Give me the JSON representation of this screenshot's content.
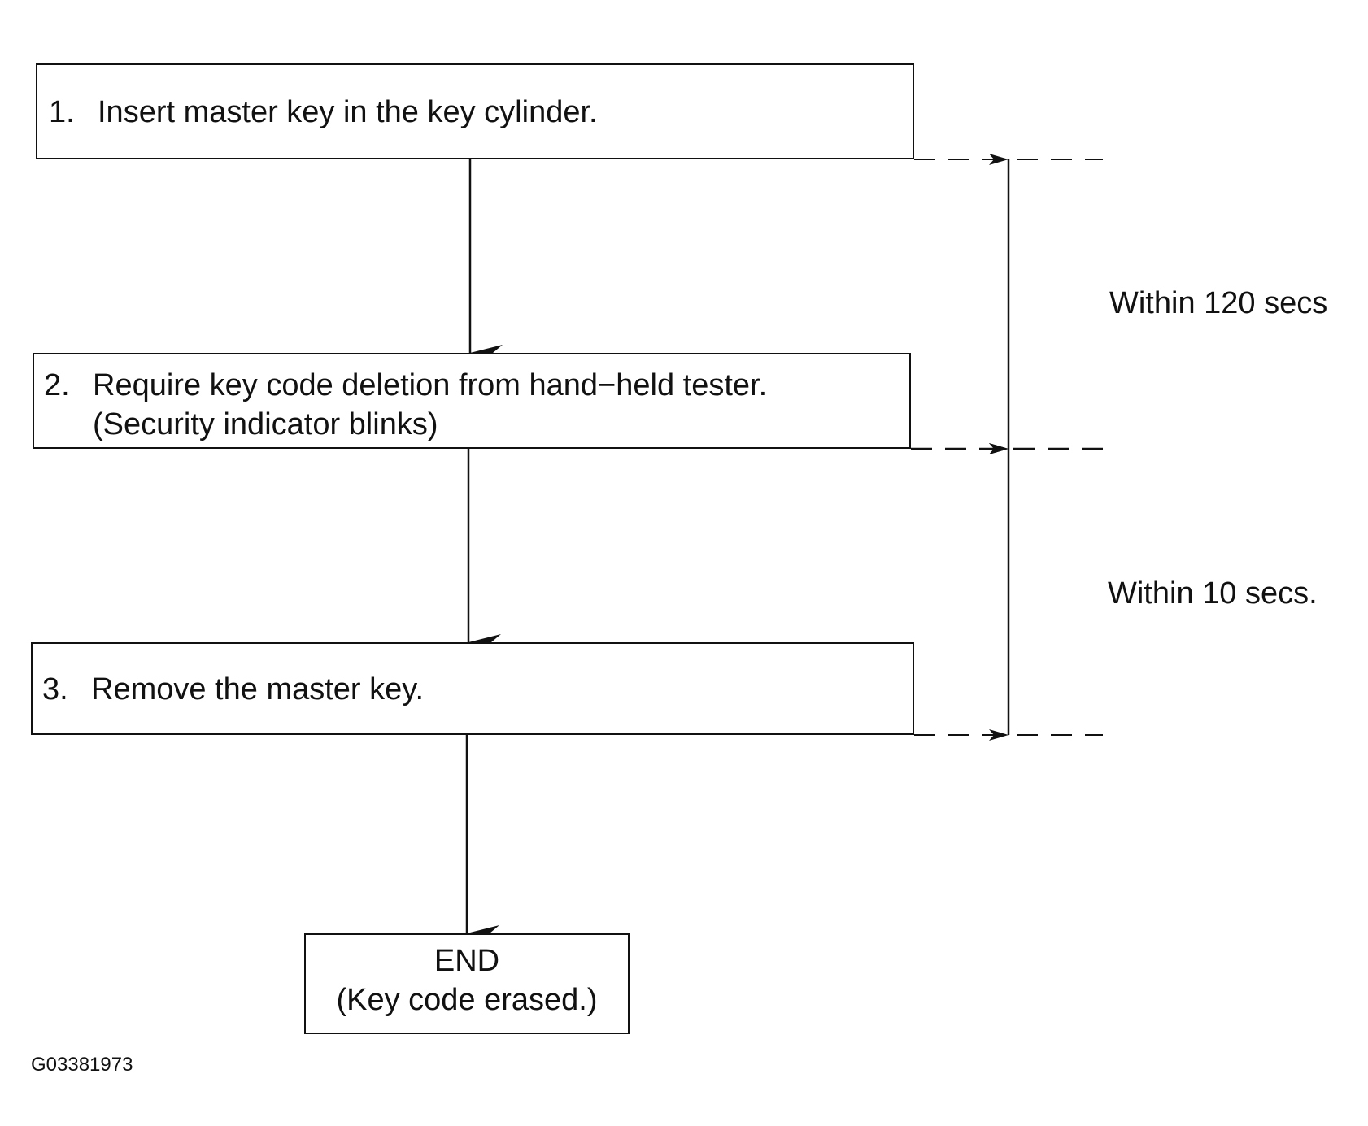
{
  "steps": [
    {
      "number": "1.",
      "line1": "Insert master key in the key cylinder.",
      "line2": ""
    },
    {
      "number": "2.",
      "line1": "Require key code deletion from hand−held tester.",
      "line2": "(Security indicator blinks)"
    },
    {
      "number": "3.",
      "line1": "Remove the master key.",
      "line2": ""
    }
  ],
  "end": {
    "line1": "END",
    "line2": "(Key code erased.)"
  },
  "timings": {
    "first": "Within 120 secs",
    "second": "Within 10 secs."
  },
  "figure_id": "G03381973",
  "colors": {
    "line": "#111111",
    "background": "#ffffff"
  }
}
